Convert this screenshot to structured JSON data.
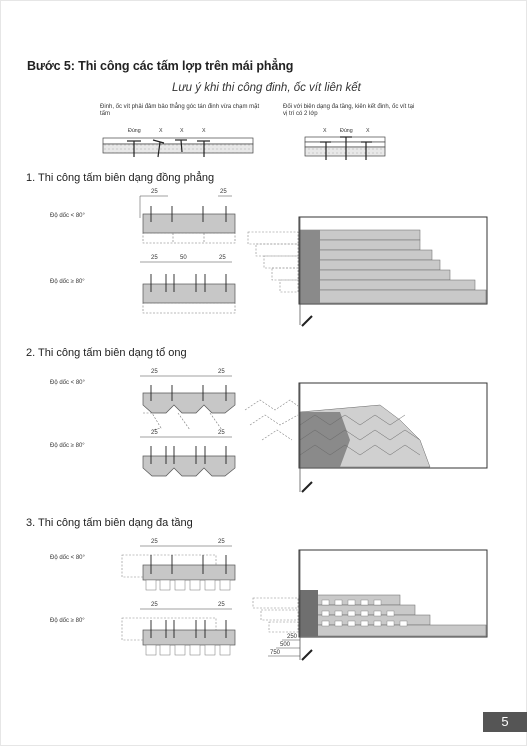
{
  "step_title": "Bước 5: Thi công các tấm lợp trên mái phẳng",
  "note_title": "Lưu ý khi thi công đinh, ốc vít liên kết",
  "note_left": "Đinh, ốc vít phải đảm bảo thẳng góc tán đinh vừa chạm mặt tấm",
  "note_right": "Đối với biên dạng đa tầng, kiên kết đinh, ốc vít tại vị trí có 2 lớp",
  "nail_labels_left": [
    "Đúng",
    "X",
    "X",
    "X"
  ],
  "nail_labels_right": [
    "X",
    "Đúng",
    "X"
  ],
  "sections": [
    {
      "title": "1. Thi công tấm biên dạng đồng phẳng",
      "slope_lt": "Độ dốc < 80°",
      "slope_ge": "Độ dốc ≥ 80°",
      "dims_lt": [
        "25",
        "25"
      ],
      "dims_ge": [
        "25",
        "50",
        "25"
      ]
    },
    {
      "title": "2. Thi công tấm biên dạng tổ ong",
      "slope_lt": "Độ dốc < 80°",
      "slope_ge": "Độ dốc ≥ 80°",
      "dims_lt": [
        "25",
        "25"
      ],
      "dims_ge": [
        "25",
        "25"
      ]
    },
    {
      "title": "3. Thi công tấm biên dạng đa tầng",
      "slope_lt": "Độ dốc < 80°",
      "slope_ge": "Độ dốc ≥ 80°",
      "dims_lt": [
        "25",
        "25"
      ],
      "dims_ge": [
        "25",
        "25"
      ],
      "overlap_dims": [
        "250",
        "500",
        "750"
      ]
    }
  ],
  "page_number": "5"
}
